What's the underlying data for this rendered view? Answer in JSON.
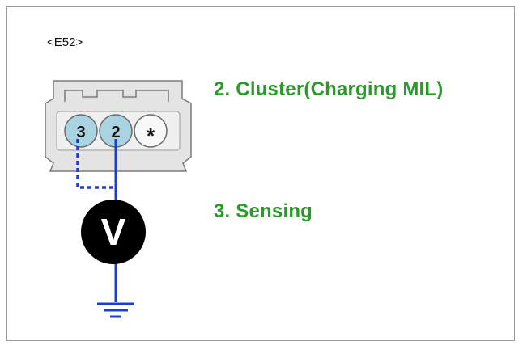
{
  "connector": {
    "id": "<E52>",
    "pins": [
      {
        "label": "3",
        "highlighted": true
      },
      {
        "label": "2",
        "highlighted": true
      },
      {
        "label": "*",
        "highlighted": false
      }
    ]
  },
  "descriptions": [
    {
      "text": "2. Cluster(Charging MIL)"
    },
    {
      "text": "3. Sensing"
    }
  ],
  "meter": {
    "label": "V"
  },
  "colors": {
    "description_text": "#2a9a2a",
    "wire": "#1a3fd0",
    "pin_highlight": "#a9d3e0",
    "connector_body": "#e4e4e4",
    "meter_body": "#000000"
  }
}
